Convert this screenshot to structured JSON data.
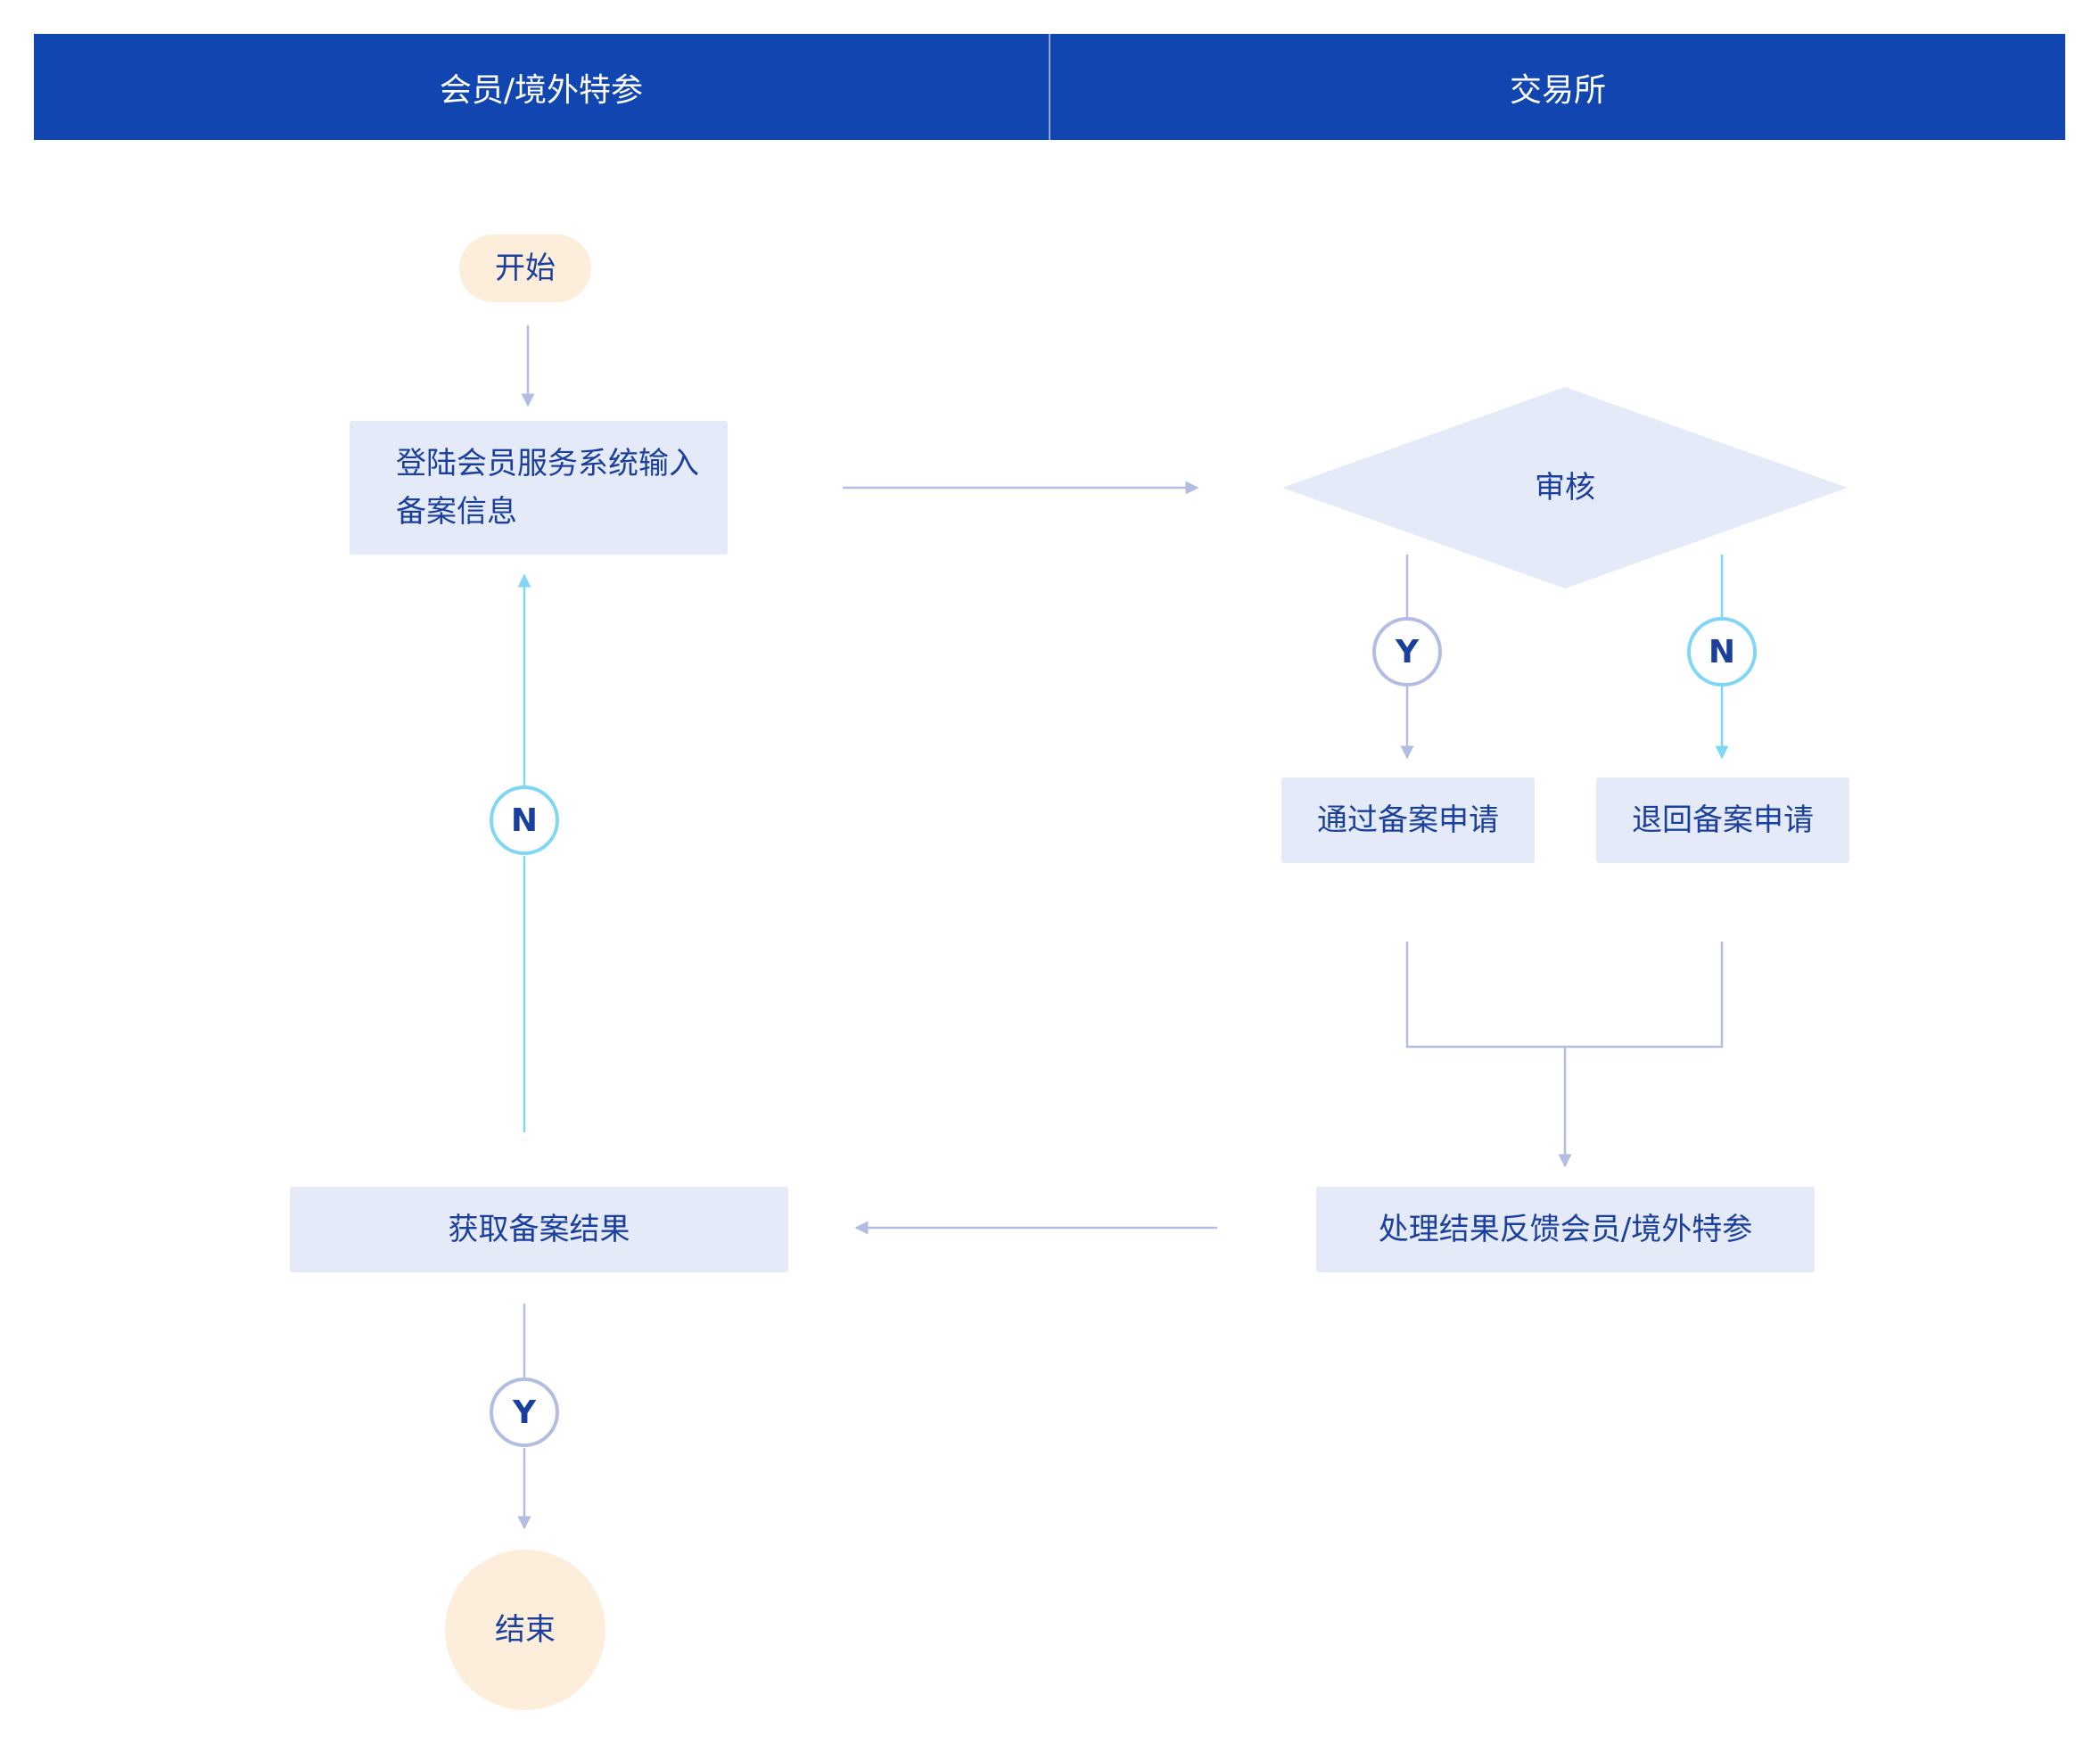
{
  "lanes": {
    "member": "会员/境外特参",
    "exchange": "交易所"
  },
  "nodes": {
    "start": "开始",
    "login": "登陆会员服务系统输入备案信息",
    "review": "审核",
    "approve": "通过备案申请",
    "reject": "退回备案申请",
    "feedback": "处理结果反馈会员/境外特参",
    "get_result": "获取备案结果",
    "end": "结束"
  },
  "branches": {
    "yes": "Y",
    "no": "N"
  },
  "colors": {
    "header": "#1145b0",
    "box": "#e4eaf7",
    "terminal": "#fdeedb",
    "text": "#1a3f9c",
    "line_yes": "#b3bde3",
    "line_no": "#7fd7f5"
  }
}
